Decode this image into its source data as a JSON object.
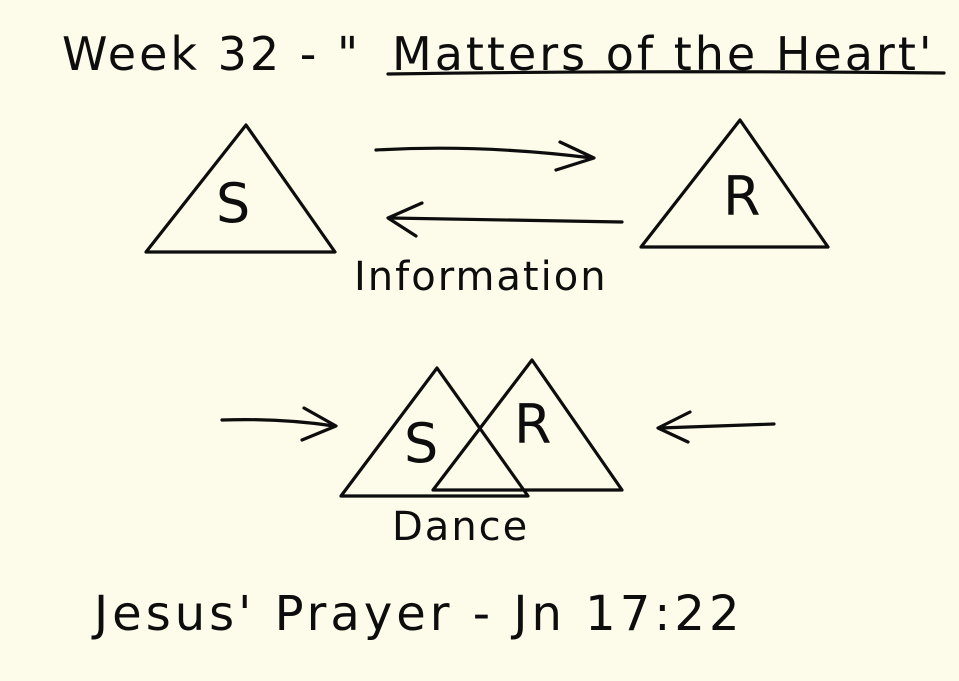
{
  "title": {
    "prefix": "Week 32 - \"",
    "underlined": "Matters of the Heart'"
  },
  "diagram_top": {
    "left_letter": "S",
    "right_letter": "R",
    "label": "Information"
  },
  "diagram_bottom": {
    "left_letter": "S",
    "right_letter": "R",
    "label": "Dance"
  },
  "footer": {
    "text": "Jesus' Prayer - Jn 17:22"
  },
  "colors": {
    "background": "#fdfbea",
    "ink": "#0d0d0d"
  }
}
